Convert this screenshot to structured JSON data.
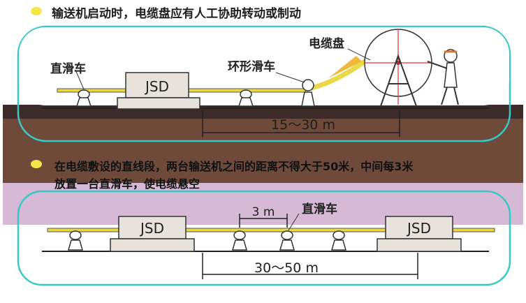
{
  "note1": "输送机启动时，电缆盘应有人工协助转动或制动",
  "note2_line1": "在电缆敷设的直线段，两台输送机之间的距离不得大于50米，中间每3米",
  "note2_line2": "放置一台直滑车，使电缆悬空",
  "panel1": {
    "label_straight_roller": "直滑车",
    "label_ring_roller": "环形滑车",
    "label_cable_drum": "电缆盘",
    "machine_label": "JSD",
    "distance": "15～30 m"
  },
  "panel2": {
    "machine_left_label": "JSD",
    "machine_right_label": "JSD",
    "spacing": "3 m",
    "label_straight_roller": "直滑车",
    "distance": "30～50 m"
  },
  "colors": {
    "bullet": "#f5e64a",
    "panel_border": "#39c9c4",
    "ground": "#5a4630",
    "earth_band": "#6b3a3a",
    "pink_band": "#c98fbf",
    "cable": "#e8d84a",
    "machine_fill": "#e7e2dc",
    "dimension_text": "#1e1e1e"
  }
}
